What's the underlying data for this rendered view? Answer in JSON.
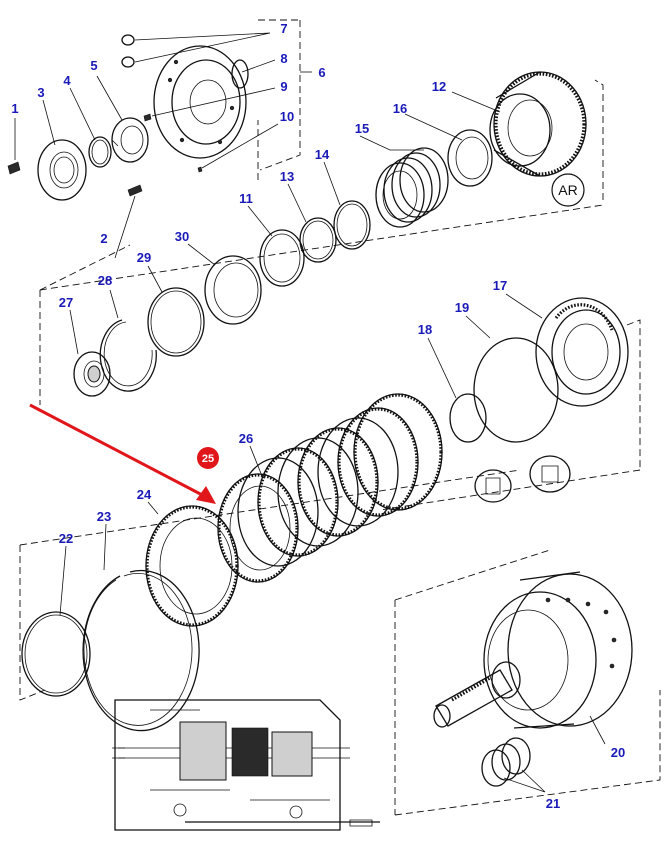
{
  "diagram": {
    "callouts": [
      {
        "id": "1",
        "text": "1"
      },
      {
        "id": "2",
        "text": "2"
      },
      {
        "id": "3",
        "text": "3"
      },
      {
        "id": "4",
        "text": "4"
      },
      {
        "id": "5",
        "text": "5"
      },
      {
        "id": "6",
        "text": "6"
      },
      {
        "id": "7",
        "text": "7"
      },
      {
        "id": "8",
        "text": "8"
      },
      {
        "id": "9",
        "text": "9"
      },
      {
        "id": "10",
        "text": "10"
      },
      {
        "id": "11",
        "text": "11"
      },
      {
        "id": "12",
        "text": "12"
      },
      {
        "id": "13",
        "text": "13"
      },
      {
        "id": "14",
        "text": "14"
      },
      {
        "id": "15",
        "text": "15"
      },
      {
        "id": "16",
        "text": "16"
      },
      {
        "id": "17",
        "text": "17"
      },
      {
        "id": "18",
        "text": "18"
      },
      {
        "id": "19",
        "text": "19"
      },
      {
        "id": "20",
        "text": "20"
      },
      {
        "id": "21",
        "text": "21"
      },
      {
        "id": "22",
        "text": "22"
      },
      {
        "id": "23",
        "text": "23"
      },
      {
        "id": "24",
        "text": "24"
      },
      {
        "id": "26",
        "text": "26"
      },
      {
        "id": "27",
        "text": "27"
      },
      {
        "id": "28",
        "text": "28"
      },
      {
        "id": "29",
        "text": "29"
      },
      {
        "id": "30",
        "text": "30"
      }
    ],
    "highlighted_callout": "25",
    "ar_badge": "AR",
    "colors": {
      "callout_text": "#1a1ab8",
      "highlight_fill": "#e0161b",
      "arrow": "#e0161b",
      "line": "#111111"
    }
  }
}
